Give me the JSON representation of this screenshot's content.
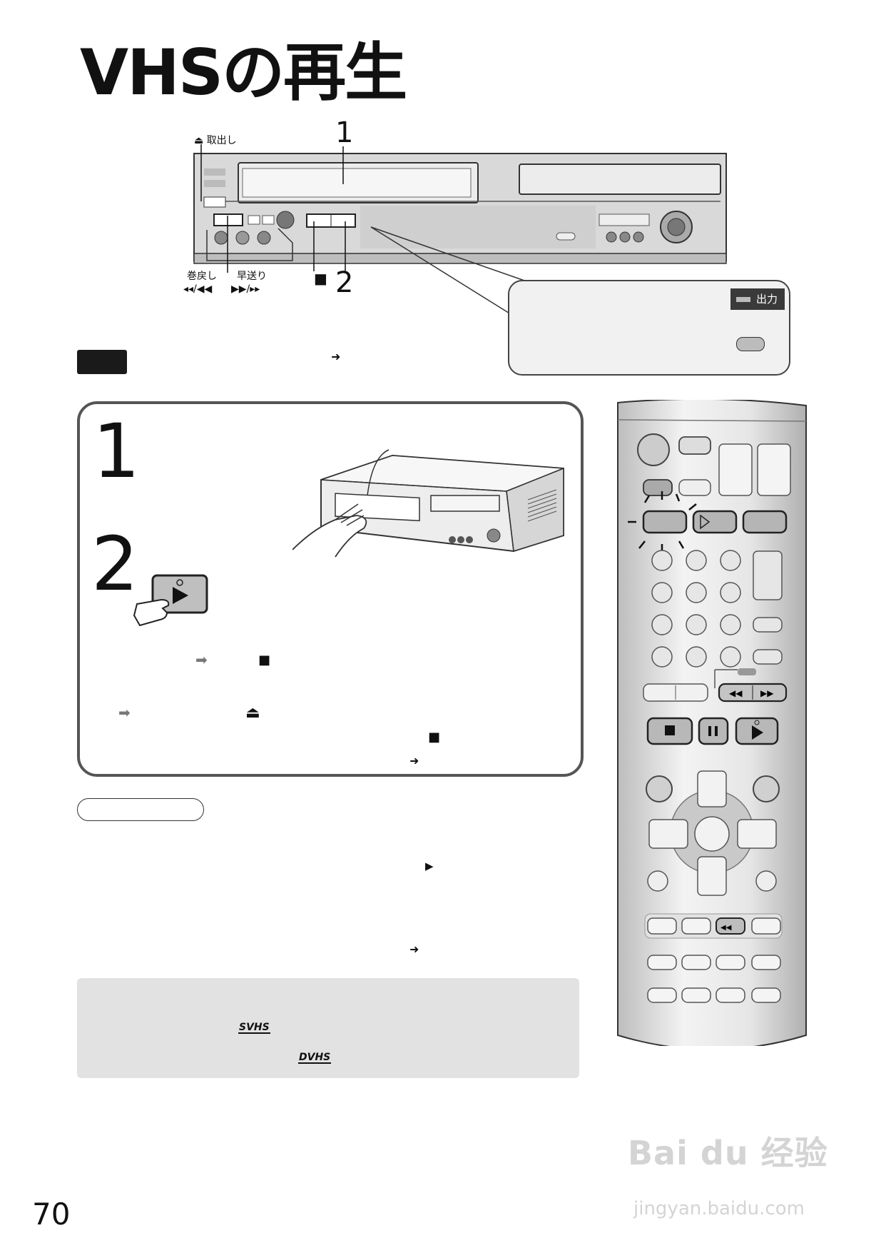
{
  "title": "VHSの再生",
  "device": {
    "callouts": {
      "eject": "取出し",
      "eject_icon": "⏏",
      "rewind": "巻戻し",
      "rewind_symbols": "◂◂/◀◀",
      "fast_forward": "早送り",
      "ff_symbols": "▶▶/▸▸",
      "step1": "1",
      "step2": "2",
      "stop_symbol": "■"
    },
    "output_label": "出力"
  },
  "steps": {
    "step1": "1",
    "step2": "2"
  },
  "glyphs": {
    "right_arrow": "➜",
    "gray_arrow": "➡",
    "stop": "■",
    "eject": "⏏",
    "play": "▶"
  },
  "logos": {
    "svhs": "SVHS",
    "dvhs": "DVHS"
  },
  "page_number": "70",
  "watermark": {
    "main": "Bai du 经验",
    "sub": "jingyan.baidu.com"
  },
  "icons": [
    "eject-icon",
    "stop-icon",
    "play-icon",
    "rewind-icon",
    "fast-forward-icon",
    "pointing-hand-icon",
    "pause-icon"
  ]
}
